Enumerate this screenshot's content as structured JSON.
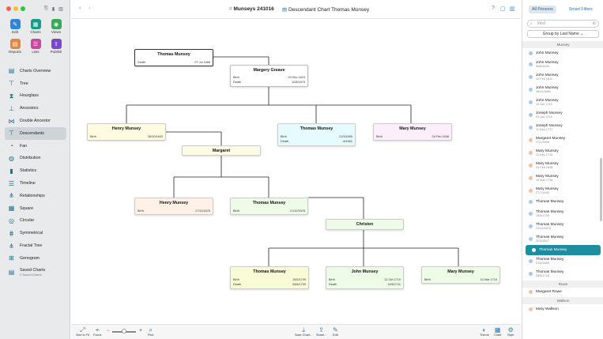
{
  "app": {
    "title": "Munseys 241016",
    "chart_title": "Descendant Chart Thomas Munsey"
  },
  "sidebar": {
    "grid": [
      {
        "label": "Edit",
        "color": "#2f86d6",
        "glyph": "✎"
      },
      {
        "label": "Charts",
        "color": "#1a9a8a",
        "glyph": "▦"
      },
      {
        "label": "Views",
        "color": "#3aa85a",
        "glyph": "◉"
      },
      {
        "label": "Reports",
        "color": "#e0893a",
        "glyph": "▤"
      },
      {
        "label": "Lists",
        "color": "#c94a9a",
        "glyph": "☰"
      },
      {
        "label": "Publish",
        "color": "#7a4ac4",
        "glyph": "⇪"
      }
    ],
    "items": [
      {
        "label": "Charts Overview",
        "icon": "charts-overview-icon",
        "glyph": "▤"
      },
      {
        "label": "Tree",
        "icon": "tree-icon",
        "glyph": "⊤"
      },
      {
        "label": "Hourglass",
        "icon": "hourglass-icon",
        "glyph": "⧗"
      },
      {
        "label": "Ancestors",
        "icon": "ancestors-icon",
        "glyph": "⊥"
      },
      {
        "label": "Double Ancestor",
        "icon": "double-ancestor-icon",
        "glyph": "⋈"
      },
      {
        "label": "Descendants",
        "icon": "descendants-icon",
        "glyph": "⊤",
        "selected": true
      },
      {
        "label": "Fan",
        "icon": "fan-icon",
        "glyph": "◔"
      },
      {
        "label": "Distribution",
        "icon": "distribution-icon",
        "glyph": "◍"
      },
      {
        "label": "Statistics",
        "icon": "statistics-icon",
        "glyph": "▮"
      },
      {
        "label": "Timeline",
        "icon": "timeline-icon",
        "glyph": "☰"
      },
      {
        "label": "Relationships",
        "icon": "relationships-icon",
        "glyph": "⋔"
      },
      {
        "label": "Square",
        "icon": "square-icon",
        "glyph": "▦"
      },
      {
        "label": "Circular",
        "icon": "circular-icon",
        "glyph": "◎"
      },
      {
        "label": "Symmetrical",
        "icon": "symmetrical-icon",
        "glyph": "⋕"
      },
      {
        "label": "Fractal Tree",
        "icon": "fractal-tree-icon",
        "glyph": "⋔"
      },
      {
        "label": "Genogram",
        "icon": "genogram-icon",
        "glyph": "⊞"
      }
    ],
    "saved": {
      "label": "Saved Charts",
      "sub": "2 Saved Charts"
    }
  },
  "toolbar": {
    "right_labels": [
      "?",
      "▢",
      "▥"
    ]
  },
  "cards": [
    {
      "id": "thomas-top",
      "name": "Thomas Munsey",
      "rows": [
        {
          "k": "Death",
          "v": "07 Jul 1666"
        }
      ],
      "fill": "#ffffff",
      "border": "#333"
    },
    {
      "id": "margery",
      "name": "Margery Greave",
      "rows": [
        {
          "k": "Birth",
          "v": "03 Dec 1615"
        },
        {
          "k": "Death",
          "v": "10/8/1675"
        }
      ],
      "fill": "#ffffff",
      "border": "#bbb"
    },
    {
      "id": "henry-1",
      "name": "Henry Munsey",
      "rows": [
        {
          "k": "Birth",
          "v": "28/10/1643"
        }
      ],
      "fill": "#fffbe0",
      "border": "#ccc"
    },
    {
      "id": "thomas-2",
      "name": "Thomas Munsey",
      "rows": [
        {
          "k": "Birth",
          "v": "21/3/1655"
        },
        {
          "k": "Death",
          "v": "-8/1661"
        }
      ],
      "fill": "#e6fbfd",
      "border": "#ccc"
    },
    {
      "id": "mary-1",
      "name": "Mary Munsey",
      "rows": [
        {
          "k": "Birth",
          "v": "04 Feb 1648"
        }
      ],
      "fill": "#fdeefb",
      "border": "#ccc"
    },
    {
      "id": "margaret",
      "name": "Margaret",
      "rows": [],
      "fill": "#fdfbe6",
      "border": "#ccc"
    },
    {
      "id": "henry-2",
      "name": "Henry Munsey",
      "rows": [
        {
          "k": "Birth",
          "v": "27/11/1676"
        }
      ],
      "fill": "#fff1e6",
      "border": "#ccc"
    },
    {
      "id": "thomas-3",
      "name": "Thomas Munsey",
      "rows": [
        {
          "k": "Birth",
          "v": "21/12/1678"
        }
      ],
      "fill": "#eefbe6",
      "border": "#ccc"
    },
    {
      "id": "christen",
      "name": "Christen",
      "rows": [],
      "fill": "#eefbe6",
      "border": "#ccc"
    },
    {
      "id": "thomas-4",
      "name": "Thomas Munsey",
      "rows": [
        {
          "k": "Birth",
          "v": "15/5/1709"
        },
        {
          "k": "Death",
          "v": "28/8/1709"
        }
      ],
      "fill": "#f8fbd6",
      "border": "#ccc"
    },
    {
      "id": "john",
      "name": "John Munsey",
      "rows": [
        {
          "k": "Birth",
          "v": "12 Oct 1710"
        },
        {
          "k": "Death",
          "v": "15/5/1711"
        }
      ],
      "fill": "#eefbe6",
      "border": "#ccc"
    },
    {
      "id": "mary-2",
      "name": "Mary Munsey",
      "rows": [
        {
          "k": "Birth",
          "v": "10 Mar 1716"
        }
      ],
      "fill": "#eefbe6",
      "border": "#ccc"
    }
  ],
  "bottombar": {
    "left": [
      {
        "label": "Size to Fit",
        "glyph": "⤢"
      },
      {
        "label": "Focus",
        "glyph": "⌖"
      },
      {
        "label": "Find",
        "glyph": "⌕"
      }
    ],
    "zoom": {
      "minus": "−",
      "plus": "+"
    },
    "center": [
      {
        "label": "Save Chart...",
        "glyph": "⤓"
      },
      {
        "label": "Share...",
        "glyph": "⇪"
      },
      {
        "label": "Edit",
        "glyph": "✎"
      }
    ],
    "right": [
      {
        "label": "Theme",
        "glyph": "◐"
      },
      {
        "label": "Chart",
        "glyph": "▦"
      },
      {
        "label": "Style",
        "glyph": "⚙"
      }
    ]
  },
  "rightpanel": {
    "tabs": [
      "All Persons",
      "Smart Filters"
    ],
    "find_placeholder": "Find",
    "group_by": "Group by Last Name",
    "sections": [
      {
        "title": "Munsey",
        "people": [
          {
            "name": "John Munsey",
            "date": "",
            "g": "m"
          },
          {
            "name": "John Munsey",
            "date": "30/8/1639",
            "g": "m"
          },
          {
            "name": "John Munsey",
            "date": "12 Feb 1611",
            "g": "m"
          },
          {
            "name": "John Munsey",
            "date": "15/11/1646",
            "g": "m"
          },
          {
            "name": "John Munsey",
            "date": "12 Oct 1710",
            "g": "m"
          },
          {
            "name": "Joseph Munsey",
            "date": "01 Oct 1715",
            "g": "m"
          },
          {
            "name": "Joseph Munsey",
            "date": "11 Dec 1717",
            "g": "m"
          },
          {
            "name": "Margaret Munsey",
            "date": "17/1/1698",
            "g": "f"
          },
          {
            "name": "Mary Munsey",
            "date": "11 Dec 1710",
            "g": "f"
          },
          {
            "name": "Mary Munsey",
            "date": "04 Feb 1648",
            "g": "f"
          },
          {
            "name": "Mary Munsey",
            "date": "10 Mar 1716",
            "g": "f"
          },
          {
            "name": "Mary Munsey",
            "date": "27/7/1649",
            "g": "f"
          },
          {
            "name": "Thomas Munsey",
            "date": "",
            "g": "m"
          },
          {
            "name": "Thomas Munsey",
            "date": "15/5/1709",
            "g": "m"
          },
          {
            "name": "Thomas Munsey",
            "date": "21/12/1678",
            "g": "m"
          },
          {
            "name": "Thomas Munsey",
            "date": "22/3/1607",
            "g": "m"
          },
          {
            "name": "Thomas Munsey",
            "date": "",
            "g": "m",
            "selected": true
          },
          {
            "name": "Thomas Munsey",
            "date": "21/3/1655",
            "g": "m"
          },
          {
            "name": "Thomas Munsey",
            "date": "28/5/1718",
            "g": "m"
          }
        ]
      },
      {
        "title": "Rowe",
        "people": [
          {
            "name": "Margaret Rowe",
            "date": "",
            "g": "f"
          }
        ]
      },
      {
        "title": "Wallson",
        "people": [
          {
            "name": "Mary Wallson",
            "date": "",
            "g": "f"
          }
        ]
      }
    ]
  }
}
